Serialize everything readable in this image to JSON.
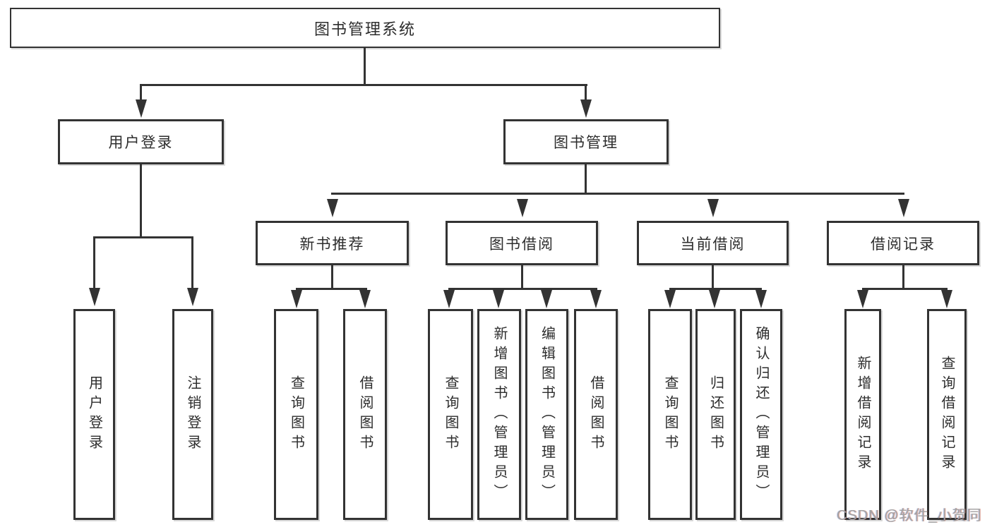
{
  "diagram": {
    "root": {
      "label": "图书管理系统"
    },
    "branches": [
      {
        "label": "用户登录",
        "leaves": [
          {
            "label": "用户登录"
          },
          {
            "label": "注销登录"
          }
        ]
      },
      {
        "label": "图书管理",
        "groups": [
          {
            "label": "新书推荐",
            "leaves": [
              {
                "label": "查询图书"
              },
              {
                "label": "借阅图书"
              }
            ]
          },
          {
            "label": "图书借阅",
            "leaves": [
              {
                "label": "查询图书"
              },
              {
                "label": "新增图书（管理员）"
              },
              {
                "label": "编辑图书（管理员）"
              },
              {
                "label": "借阅图书"
              }
            ]
          },
          {
            "label": "当前借阅",
            "leaves": [
              {
                "label": "查询图书"
              },
              {
                "label": "归还图书"
              },
              {
                "label": "确认归还（管理员）"
              }
            ]
          },
          {
            "label": "借阅记录",
            "leaves": [
              {
                "label": "新增借阅记录"
              },
              {
                "label": "查询借阅记录"
              }
            ]
          }
        ]
      }
    ]
  },
  "watermark": {
    "text": "CSDN @软件_小贺同学"
  },
  "colors": {
    "line": "#333333",
    "text": "#2d2d2d",
    "background": "#ffffff",
    "watermark": "#a3a3a3"
  }
}
